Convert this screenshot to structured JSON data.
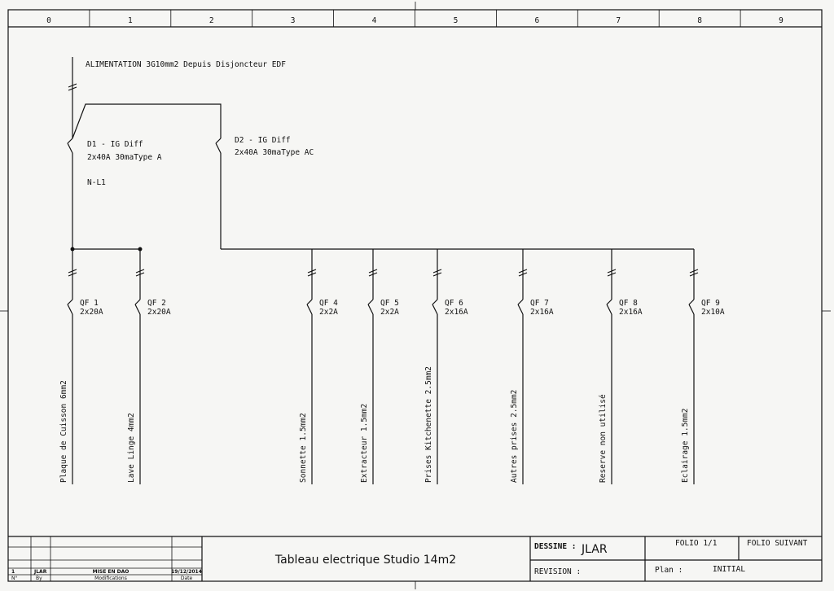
{
  "columns": [
    "0",
    "1",
    "2",
    "3",
    "4",
    "5",
    "6",
    "7",
    "8",
    "9"
  ],
  "supply": "ALIMENTATION 3G10mm2 Depuis Disjoncteur EDF",
  "main_breakers": [
    {
      "id": "D1 - IG Diff",
      "rating": "2x40A 30maType A",
      "phase": "N-L1"
    },
    {
      "id": "D2 - IG Diff",
      "rating": "2x40A 30maType AC"
    }
  ],
  "circuits": [
    {
      "id": "QF 1",
      "rating": "2x20A",
      "label": "Plaque de Cuisson 6mm2"
    },
    {
      "id": "QF 2",
      "rating": "2x20A",
      "label": "Lave Linge 4mm2"
    },
    {
      "id": "QF 4",
      "rating": "2x2A",
      "label": "Sonnette 1.5mm2"
    },
    {
      "id": "QF 5",
      "rating": "2x2A",
      "label": "Extracteur 1.5mm2"
    },
    {
      "id": "QF 6",
      "rating": "2x16A",
      "label": "Prises Kitchenette 2.5mm2"
    },
    {
      "id": "QF 7",
      "rating": "2x16A",
      "label": "Autres prises 2.5mm2"
    },
    {
      "id": "QF 8",
      "rating": "2x16A",
      "label": "Reserve non utilisé"
    },
    {
      "id": "QF 9",
      "rating": "2x10A",
      "label": "Eclairage 1.5mm2"
    }
  ],
  "titleblock": {
    "rev_num": "1",
    "rev_by": "JLAR",
    "rev_mod": "MISE EN DAO",
    "rev_date": "19/12/2014",
    "h_num": "N°",
    "h_by": "By",
    "h_mod": "Modifications",
    "h_date": "Date",
    "title": "Tableau electrique Studio 14m2",
    "dessine_label": "DESSINE :",
    "dessine_value": "JLAR",
    "revision_label": "REVISION :",
    "folio": "FOLIO 1/1",
    "folio_suivant": "FOLIO SUIVANT",
    "plan_label": "Plan :",
    "plan_value": "INITIAL"
  }
}
